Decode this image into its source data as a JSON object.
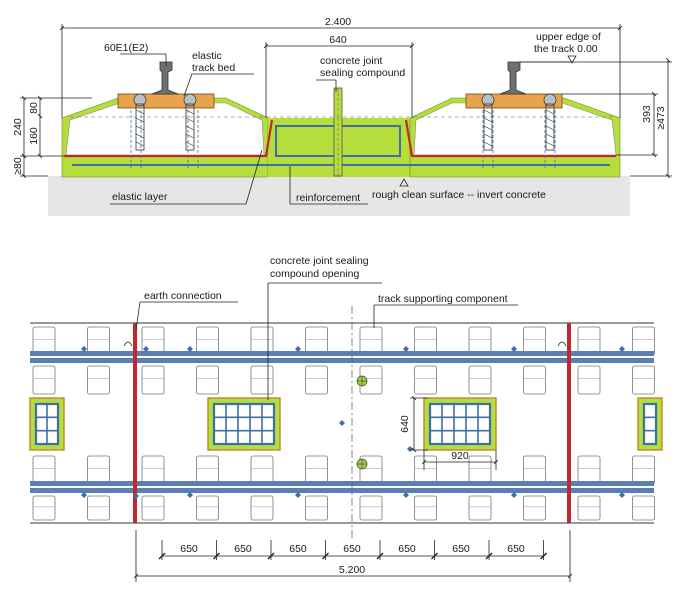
{
  "section": {
    "dim_total": "2.400",
    "dim_center": "640",
    "rail_type": "60E1(E2)",
    "elastic_bed_line1": "elastic",
    "elastic_bed_line2": "track bed",
    "joint_line1": "concrete joint",
    "joint_line2": "sealing compound",
    "upper_edge_line1": "upper edge of",
    "upper_edge_line2": "the track 0.00",
    "dim_393": "393",
    "dim_473": "≥473",
    "dim_80": "80",
    "dim_160": "160",
    "dim_240": "240",
    "dim_ge80": "≥80",
    "elastic_layer": "elastic layer",
    "reinforcement": "reinforcement",
    "invert": "rough clean surface -- invert concrete"
  },
  "plan": {
    "joint_opening_line1": "concrete joint sealing",
    "joint_opening_line2": "compound opening",
    "earth_connection": "earth connection",
    "track_support": "track supporting component",
    "dim_640": "640",
    "dim_920": "920",
    "spacing_labels": [
      "650",
      "650",
      "650",
      "650",
      "650",
      "650",
      "650"
    ],
    "dim_total": "5.200"
  },
  "colors": {
    "concrete_green": "#b5dd3c",
    "rail_blue": "#5b7fb5",
    "earth_red": "#c2272d",
    "pad_orange": "#e8a44a",
    "invert_gray": "#e6e6e6"
  }
}
